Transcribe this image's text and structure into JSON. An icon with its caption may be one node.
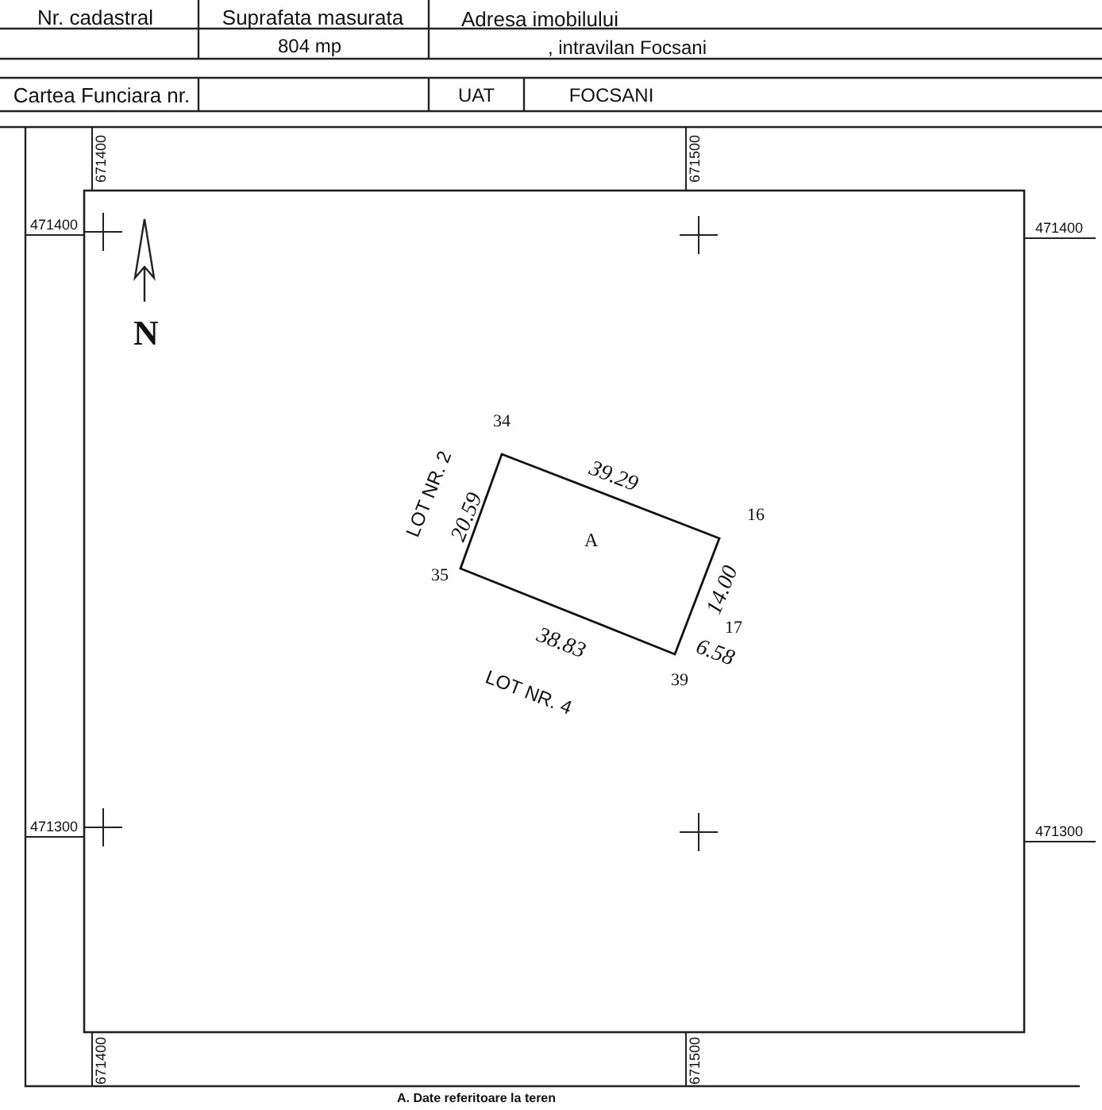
{
  "diagram": {
    "nodes": [
      {
        "text": [
          "A"
        ]
      }
    ],
    "labels": [
      "Nr. cadastral",
      "Suprafata masurata",
      "Adresa imobilului",
      "804 mp",
      ", intravilan Focsani",
      "Cartea Funciara nr.",
      "UAT",
      "FOCSANI",
      "671400",
      "671500",
      "471400",
      "471400",
      "N",
      "34",
      "LOT NR. 2",
      "39.29",
      "16",
      "20.59",
      "35",
      "14.00",
      "17",
      "38.83",
      "6.58",
      "39",
      "LOT NR. 4",
      "471300",
      "471300",
      "671400",
      "671500",
      "A. Date referitoare la teren"
    ]
  }
}
